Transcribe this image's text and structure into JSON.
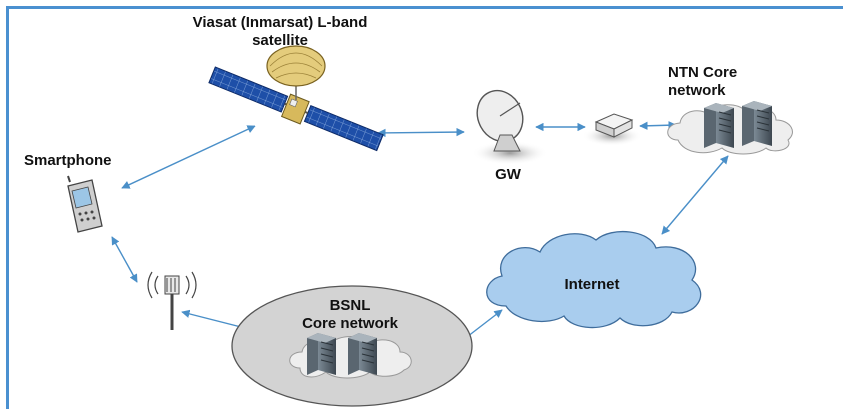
{
  "labels": {
    "satellite_line1": "Viasat (Inmarsat) L-band",
    "satellite_line2": "satellite",
    "ntn_line1": "NTN Core",
    "ntn_line2": "network",
    "smartphone": "Smartphone",
    "gw": "GW",
    "internet": "Internet",
    "bsnl_line1": "BSNL",
    "bsnl_line2": "Core network"
  },
  "icons": {
    "satellite": "satellite-icon",
    "dish": "gateway-dish-icon",
    "modem": "modem-icon",
    "servers": "server-icon",
    "phone": "smartphone-icon",
    "tower": "cell-tower-icon",
    "cloud": "cloud-icon"
  },
  "colors": {
    "frame_border": "#4a90d0",
    "link_arrow": "#4a8fc8",
    "internet_cloud": "#a9cdee",
    "bsnl_ellipse": "#d3d3d3",
    "solar_panel": "#1e4fa8"
  }
}
